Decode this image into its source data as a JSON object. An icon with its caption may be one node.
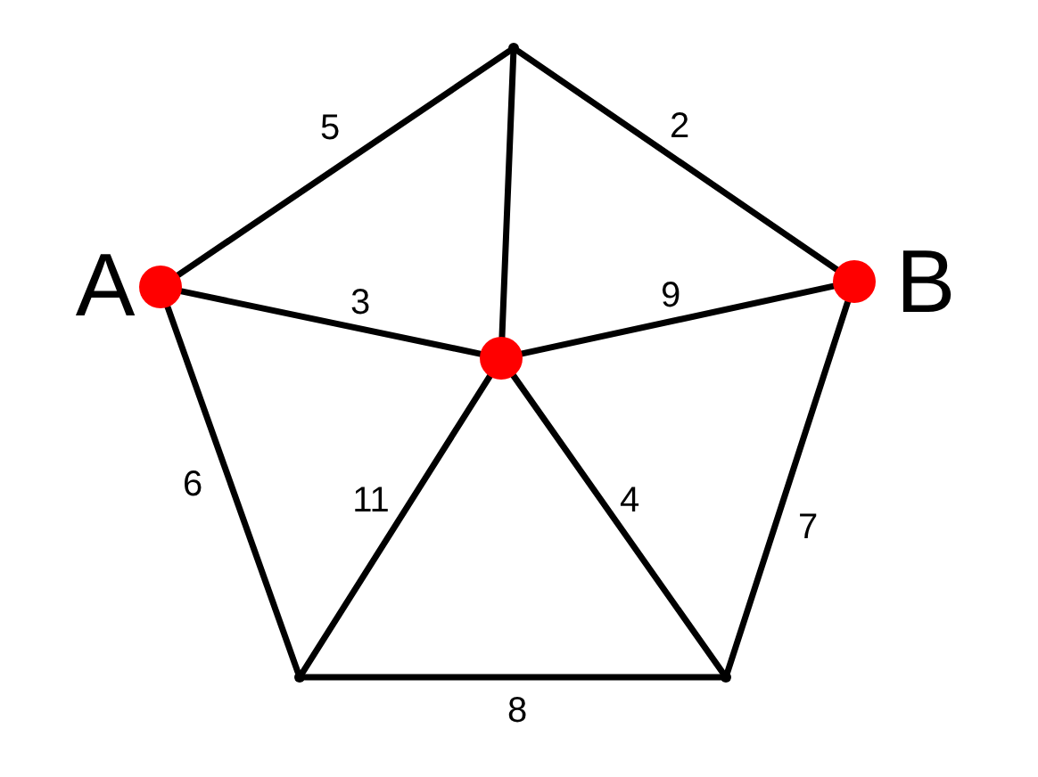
{
  "diagram": {
    "nodes": [
      {
        "text": [],
        "shape": "point"
      },
      {
        "text": [],
        "shape": "circle",
        "beside": [
          "A"
        ]
      },
      {
        "text": [],
        "shape": "circle",
        "beside": [
          "B"
        ]
      },
      {
        "text": [],
        "shape": "circle"
      },
      {
        "text": [],
        "shape": "point"
      },
      {
        "text": [],
        "shape": "point"
      }
    ],
    "edges": [
      {
        "from": 1,
        "to": 0,
        "arrow": "none",
        "label": "5"
      },
      {
        "from": 0,
        "to": 2,
        "arrow": "none",
        "label": "2"
      },
      {
        "from": 0,
        "to": 3,
        "arrow": "none"
      },
      {
        "from": 1,
        "to": 3,
        "arrow": "none",
        "label": "3"
      },
      {
        "from": 3,
        "to": 2,
        "arrow": "none",
        "label": "9"
      },
      {
        "from": 1,
        "to": 4,
        "arrow": "none",
        "label": "6"
      },
      {
        "from": 3,
        "to": 4,
        "arrow": "none",
        "label": "11"
      },
      {
        "from": 3,
        "to": 5,
        "arrow": "none",
        "label": "4"
      },
      {
        "from": 2,
        "to": 5,
        "arrow": "none",
        "label": "7"
      },
      {
        "from": 4,
        "to": 5,
        "arrow": "none",
        "label": "8"
      }
    ]
  }
}
